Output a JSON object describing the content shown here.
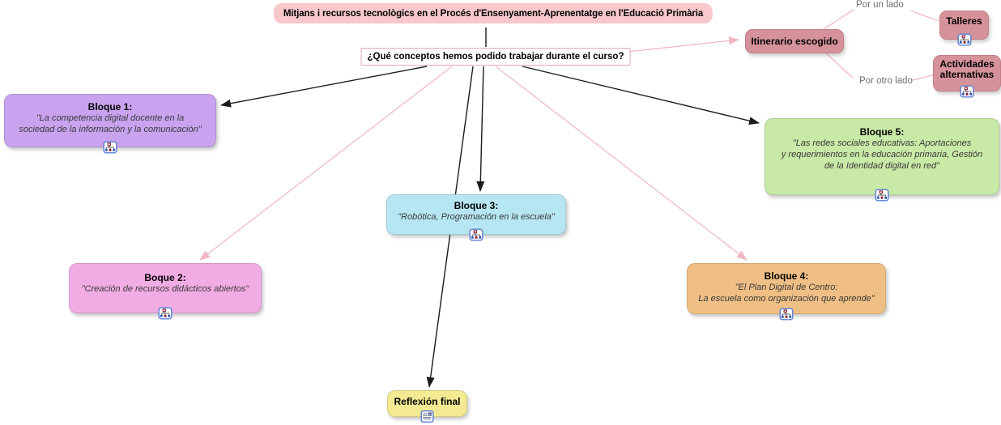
{
  "root": {
    "label": "Mitjans i recursos tecnològics en el Procés d'Ensenyament-Aprenentatge en l'Educació Primària"
  },
  "question": {
    "label": "¿Qué conceptos hemos podido trabajar durante el curso?"
  },
  "itinerario": {
    "label": "Itinerario escogido",
    "branch_top": "Por un lado",
    "branch_bottom": "Por otro lado"
  },
  "talleres": {
    "label": "Talleres"
  },
  "actividades": {
    "label": "Actividades\nalternativas"
  },
  "bloque1": {
    "title": "Bloque 1:",
    "quote": "\"La competencia digital docente en la\nsociedad de la información y la comunicación\""
  },
  "boque2": {
    "title": "Boque 2:",
    "quote": "\"Creación de recursos didácticos abiertos\""
  },
  "bloque3": {
    "title": "Bloque 3:",
    "quote": "\"Robótica, Programación en la escuela\""
  },
  "bloque4": {
    "title": "Bloque 4:",
    "quote": "\"El Plan Digital de Centro:\nLa escuela como organización que aprende\""
  },
  "bloque5": {
    "title": "Bloque 5:",
    "quote": "\"Las redes sociales educativas: Aportaciones\ny requerimientos en la educación primaria, Gestión\nde la Identidad digital en red\""
  },
  "reflexion": {
    "label": "Reflexión final"
  },
  "icons": {
    "map_link_icon": "mini org-chart / linked-map glyph",
    "note_icon": "document note glyph"
  },
  "colors": {
    "root_bg": "#f9c8cc",
    "rose_bg": "#d5929a",
    "bloque1_bg": "#c9a3ef",
    "boque2_bg": "#f2ace4",
    "bloque3_bg": "#b7e6f3",
    "bloque4_bg": "#efbf85",
    "bloque5_bg": "#c9e9a7",
    "reflexion_bg": "#f3ea93",
    "pink_line": "#f0b6c2",
    "black_line": "#1b1b1b"
  }
}
